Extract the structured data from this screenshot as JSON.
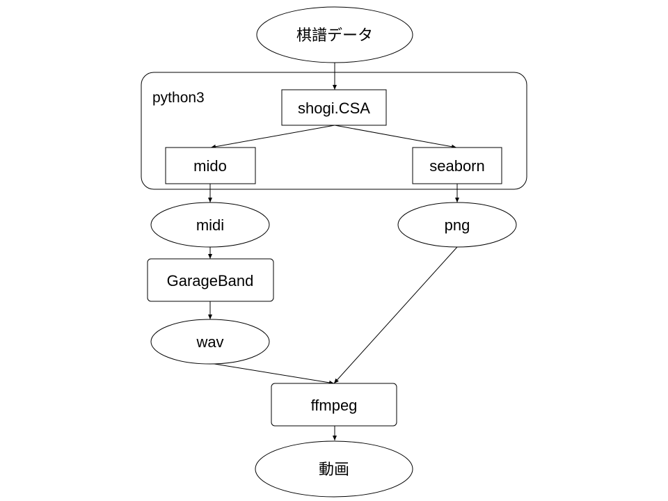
{
  "diagram": {
    "type": "flowchart",
    "colors": {
      "stroke": "#000000",
      "fill": "#ffffff",
      "text": "#000000"
    },
    "group": {
      "id": "python3",
      "label": "python3",
      "members": [
        "shogi_csa",
        "mido",
        "seaborn"
      ]
    },
    "nodes": {
      "kifu": {
        "label": "棋譜データ",
        "shape": "ellipse"
      },
      "shogi_csa": {
        "label": "shogi.CSA",
        "shape": "rect"
      },
      "mido": {
        "label": "mido",
        "shape": "rect"
      },
      "seaborn": {
        "label": "seaborn",
        "shape": "rect"
      },
      "midi": {
        "label": "midi",
        "shape": "ellipse"
      },
      "png": {
        "label": "png",
        "shape": "ellipse"
      },
      "garageband": {
        "label": "GarageBand",
        "shape": "rounded-rect"
      },
      "wav": {
        "label": "wav",
        "shape": "ellipse"
      },
      "ffmpeg": {
        "label": "ffmpeg",
        "shape": "rounded-rect"
      },
      "douga": {
        "label": "動画",
        "shape": "ellipse"
      }
    },
    "edges": [
      {
        "from": "kifu",
        "to": "shogi_csa"
      },
      {
        "from": "shogi_csa",
        "to": "mido"
      },
      {
        "from": "shogi_csa",
        "to": "seaborn"
      },
      {
        "from": "mido",
        "to": "midi"
      },
      {
        "from": "seaborn",
        "to": "png"
      },
      {
        "from": "midi",
        "to": "garageband"
      },
      {
        "from": "garageband",
        "to": "wav"
      },
      {
        "from": "wav",
        "to": "ffmpeg"
      },
      {
        "from": "png",
        "to": "ffmpeg"
      },
      {
        "from": "ffmpeg",
        "to": "douga"
      }
    ]
  }
}
